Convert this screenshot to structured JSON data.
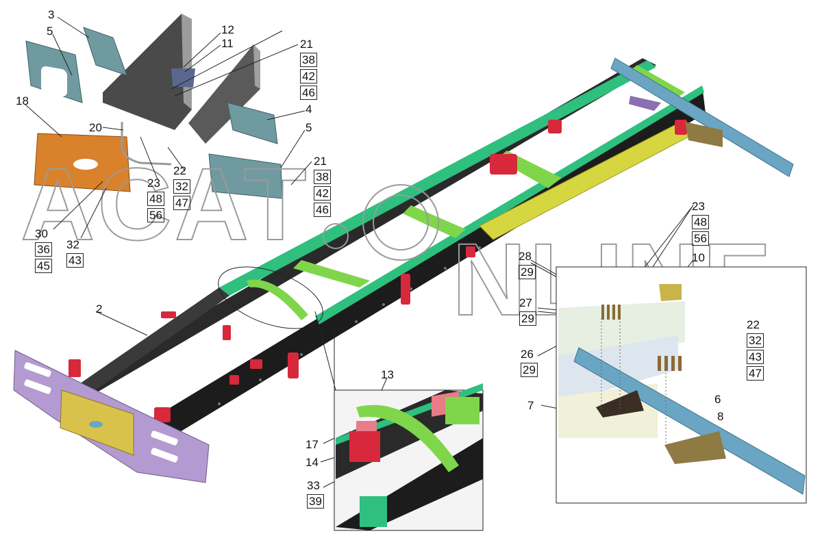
{
  "watermark": {
    "left": "ACAT",
    "right": "NLINE",
    "dot": "·"
  },
  "callouts": {
    "c3": "3",
    "c5a": "5",
    "c12": "12",
    "c11": "11",
    "c21a": "21",
    "c38a": "38",
    "c42a": "42",
    "c46a": "46",
    "c18": "18",
    "c4": "4",
    "c20": "20",
    "c5b": "5",
    "c21b": "21",
    "c38b": "38",
    "c42b": "42",
    "c46b": "46",
    "c22a": "22",
    "c32a": "32",
    "c47a": "47",
    "c23a": "23",
    "c48a": "48",
    "c56a": "56",
    "c30": "30",
    "c36": "36",
    "c45": "45",
    "c32b": "32",
    "c43a": "43",
    "c2": "2",
    "c23b": "23",
    "c48b": "48",
    "c56b": "56",
    "c10": "10",
    "c28": "28",
    "c29a": "29",
    "c27": "27",
    "c29b": "29",
    "c26": "26",
    "c29c": "29",
    "c22b": "22",
    "c32c": "32",
    "c43b": "43",
    "c47b": "47",
    "c7": "7",
    "c6": "6",
    "c8": "8",
    "c13": "13",
    "c17": "17",
    "c14": "14",
    "c33": "33",
    "c39": "39"
  },
  "colors": {
    "frame_black": "#1c1c1c",
    "frame_green": "#2fbf7f",
    "crossmember_green": "#7fd64a",
    "bracket_red": "#d8283c",
    "bumper_purple": "#b39ad0",
    "bumper_gold": "#d9c24c",
    "beam_blue": "#6aa6c4",
    "plate_orange": "#d9822b",
    "panel_teal": "#6f9aa0",
    "yellow_rail": "#d6d640",
    "bronze": "#8f7a43"
  }
}
